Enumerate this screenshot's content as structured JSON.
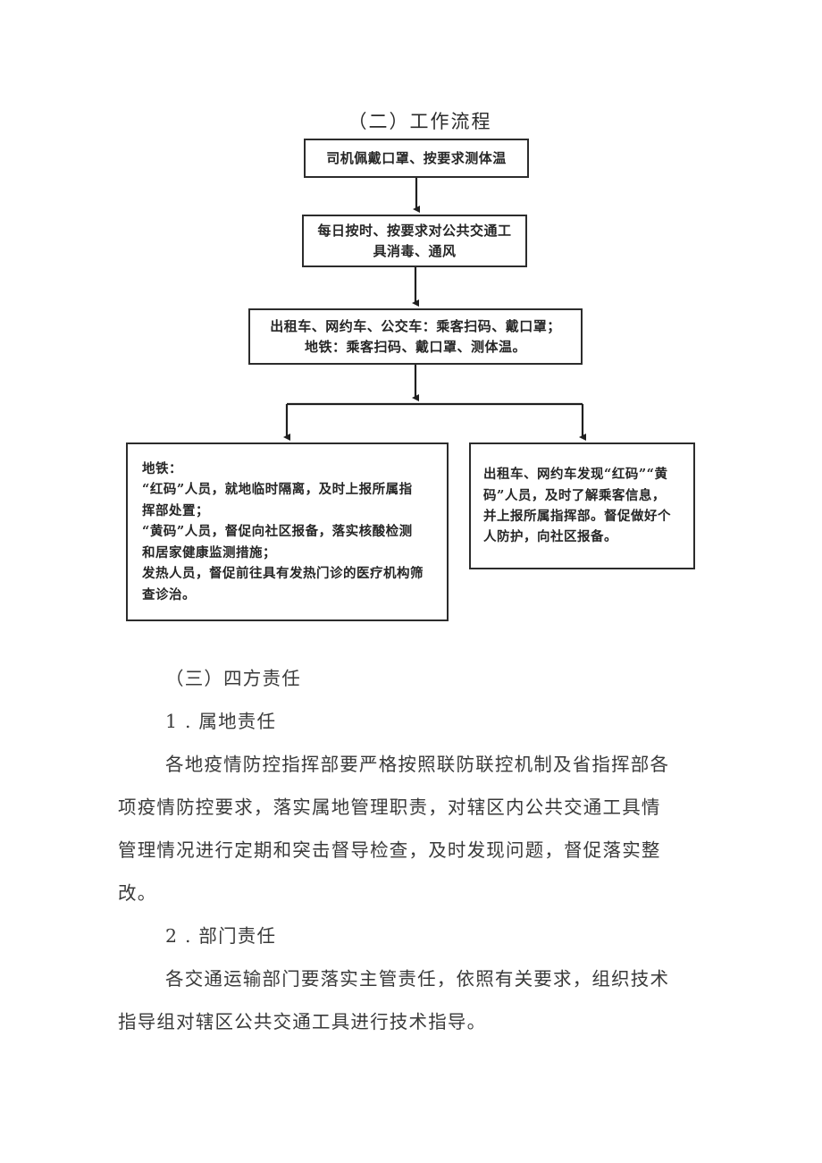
{
  "document": {
    "page_background": "#ffffff",
    "text_color": "#3a3a3a",
    "line_color": "#2c2c2c"
  },
  "flowchart": {
    "title": "（二）工作流程",
    "nodes": [
      {
        "id": "box1",
        "text": "司机佩戴口罩、按要求测体温"
      },
      {
        "id": "box2",
        "line1": "每日按时、按要求对公共交通工",
        "line2": "具消毒、通风"
      },
      {
        "id": "box3",
        "line1": "出租车、网约车、公交车：乘客扫码、戴口罩；",
        "line2": "地铁：乘客扫码、戴口罩、测体温。"
      },
      {
        "id": "box4",
        "line1": "地铁：",
        "line2": "“红码”人员，就地临时隔离，及时上报所属指",
        "line3": "挥部处置；",
        "line4": "“黄码”人员，督促向社区报备，落实核酸检测",
        "line5": "和居家健康监测措施；",
        "line6": "发热人员，督促前往具有发热门诊的医疗机构筛",
        "line7": "查诊治。"
      },
      {
        "id": "box5",
        "line1": "出租车、网约车发现“红码”“黄",
        "line2": "码”人员，及时了解乘客信息，",
        "line3": "并上报所属指挥部。督促做好个",
        "line4": "人防护，向社区报备。"
      }
    ]
  },
  "body": {
    "section_heading": "（三）四方责任",
    "item1_heading": "1 . 属地责任",
    "item1_para": {
      "line1": "各地疫情防控指挥部要严格按照联防联控机制及省指挥部各",
      "line2": "项疫情防控要求，落实属地管理职责，对辖区内公共交通工具情",
      "line3": "管理情况进行定期和突击督导检查，及时发现问题，督促落实整",
      "line4": "改。"
    },
    "item2_heading": "2 . 部门责任",
    "item2_para": {
      "line1": "各交通运输部门要落实主管责任，依照有关要求，组织技术",
      "line2": "指导组对辖区公共交通工具进行技术指导。"
    }
  }
}
